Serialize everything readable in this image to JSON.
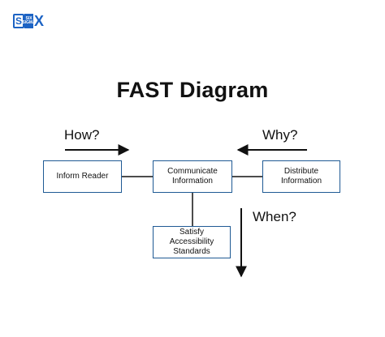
{
  "logo": {
    "left": "S",
    "middle_top": "SIX",
    "middle_bottom": "SIGMA",
    "right": "X"
  },
  "title": "FAST Diagram",
  "labels": {
    "how": "How?",
    "why": "Why?",
    "when": "When?"
  },
  "boxes": {
    "inform": "Inform Reader",
    "communicate": "Communicate\nInformation",
    "distribute": "Distribute\nInformation",
    "satisfy": "Satisfy\nAccessibility\nStandards"
  },
  "colors": {
    "box_border": "#1f5a94",
    "logo": "#1c63c4",
    "text": "#111111"
  }
}
